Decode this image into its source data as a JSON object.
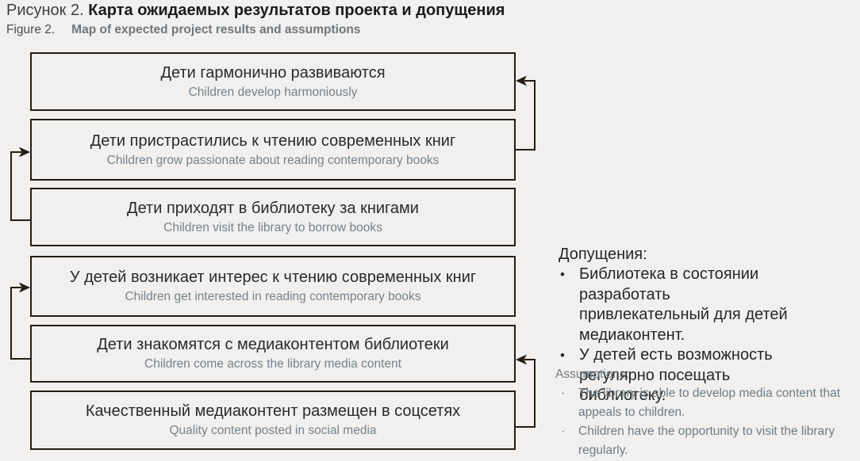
{
  "header": {
    "label_ru": "Рисунок 2.",
    "title_ru": " Карта ожидаемых результатов проекта и допущения",
    "label_en": "Figure 2.",
    "title_en": "Map of expected project results and assumptions"
  },
  "boxes": [
    {
      "ru": "Дети гармонично развиваются",
      "en": "Children develop harmoniously"
    },
    {
      "ru": "Дети пристрастились к чтению современных книг",
      "en": "Children grow passionate about reading contemporary books"
    },
    {
      "ru": "Дети приходят в библиотеку за книгами",
      "en": "Children visit the library to borrow books"
    },
    {
      "ru": "У детей возникает интерес к чтению современных книг",
      "en": "Children get interested in reading contemporary books"
    },
    {
      "ru": "Дети знакомятся с медиаконтентом библиотеки",
      "en": "Children come across the library media content"
    },
    {
      "ru": "Качественный медиаконтент размещен в соцсетях",
      "en": "Quality content posted in social media"
    }
  ],
  "assumptions": {
    "heading_ru": "Допущения:",
    "bullet_ru": "•",
    "items_ru": [
      "Библиотека в состоянии разработать привлекательный для детей медиаконтент.",
      "У детей есть возможность регулярно посещать библиотеку."
    ],
    "heading_en": "Assumptions:",
    "bullet_en": "·",
    "items_en": [
      "The library is able to develop media content that appeals to children.",
      "Children have the opportunity to visit the library regularly."
    ]
  },
  "colors": {
    "background": "#f1f0ee",
    "box_border": "#241c12",
    "text_primary": "#262626",
    "text_secondary": "#76818b"
  }
}
